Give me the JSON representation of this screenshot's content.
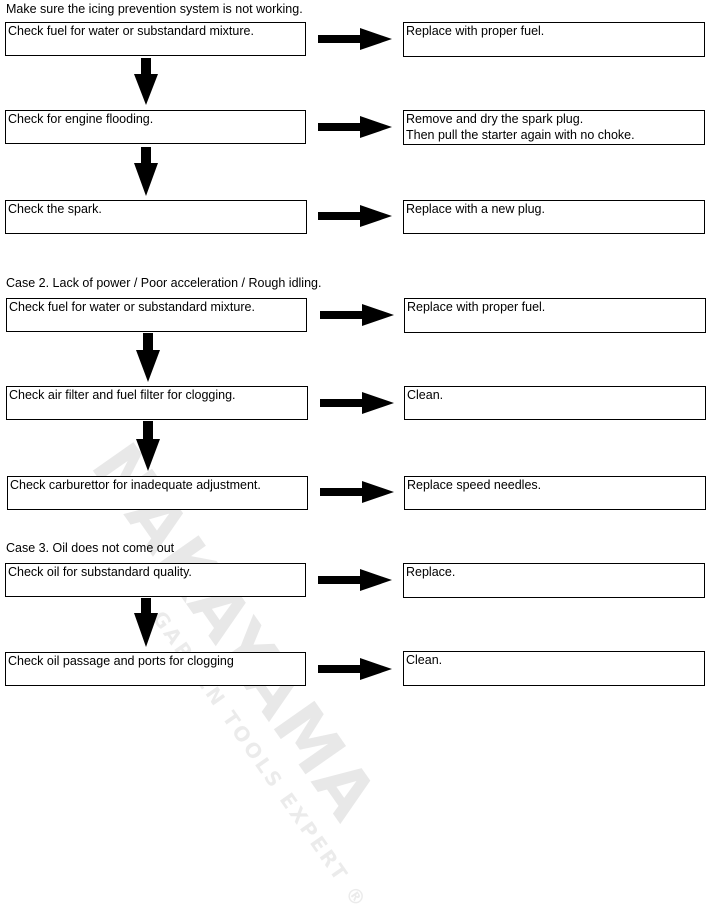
{
  "case1": {
    "heading": "Make sure the icing prevention system is not working.",
    "rows": [
      {
        "check": "Check fuel for water or substandard mixture.",
        "action": [
          "Replace with proper fuel."
        ]
      },
      {
        "check": "Check for engine flooding.",
        "action": [
          "Remove and dry the spark plug.",
          "Then pull the starter again with no choke."
        ]
      },
      {
        "check": "Check the spark.",
        "action": [
          "Replace with a new plug."
        ]
      }
    ]
  },
  "case2": {
    "heading": "Case 2. Lack of power / Poor acceleration / Rough idling.",
    "rows": [
      {
        "check": "Check fuel for water or substandard mixture.",
        "action": [
          "Replace with proper fuel."
        ]
      },
      {
        "check": "Check air filter and fuel filter for clogging.",
        "action": [
          "Clean."
        ]
      },
      {
        "check": "Check carburettor for inadequate adjustment.",
        "action": [
          "Replace speed needles."
        ]
      }
    ]
  },
  "case3": {
    "heading": "Case 3. Oil does not come out",
    "rows": [
      {
        "check": "Check oil for substandard quality.",
        "action": [
          "Replace."
        ]
      },
      {
        "check": "Check oil passage and ports for clogging",
        "action": [
          "Clean."
        ]
      }
    ]
  },
  "watermark": {
    "brand": "NAKAYAMA",
    "tagline": "GARDEN TOOLS EXPERT",
    "mark": "®"
  },
  "colors": {
    "line": "#000000",
    "background": "#ffffff",
    "watermark": "#e6e6e6"
  }
}
